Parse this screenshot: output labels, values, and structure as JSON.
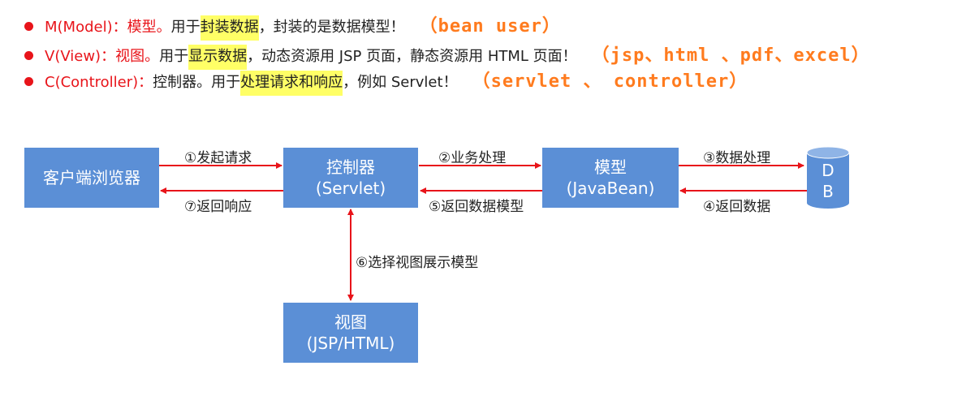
{
  "bullets": [
    {
      "prefix": "M(Model)：模型。",
      "text1": "用于",
      "highlight": "封装数据",
      "text2": "，封装的是数据模型！",
      "note": "（bean user）"
    },
    {
      "prefix": "V(View)：视图。",
      "text1": "用于",
      "highlight": "显示数据",
      "text2": "，动态资源用 JSP 页面，静态资源用 HTML 页面！",
      "note": "（jsp、html 、pdf、excel）"
    },
    {
      "prefix": "C(Controller)：",
      "text1": "控制器。用于",
      "highlight": "处理请求和响应",
      "text2": "，例如 Servlet！",
      "note": "（servlet  、 controller）"
    }
  ],
  "boxes": {
    "browser": {
      "line1": "客户端浏览器"
    },
    "controller": {
      "line1": "控制器",
      "line2": "(Servlet)"
    },
    "model": {
      "line1": "模型",
      "line2": "(JavaBean)"
    },
    "view": {
      "line1": "视图",
      "line2": "(JSP/HTML)"
    },
    "db": {
      "line1": "D",
      "line2": "B"
    }
  },
  "arrows": {
    "a1": "①发起请求",
    "a2": "②业务处理",
    "a3": "③数据处理",
    "a4": "④返回数据",
    "a5": "⑤返回数据模型",
    "a6": "⑥选择视图展示模型",
    "a7": "⑦返回响应"
  },
  "colors": {
    "box": "#5b8fd6",
    "arrow": "#e8141a",
    "bullet_red": "#e8141a",
    "note_orange": "#ff7b1e",
    "highlight": "#ffff66"
  }
}
